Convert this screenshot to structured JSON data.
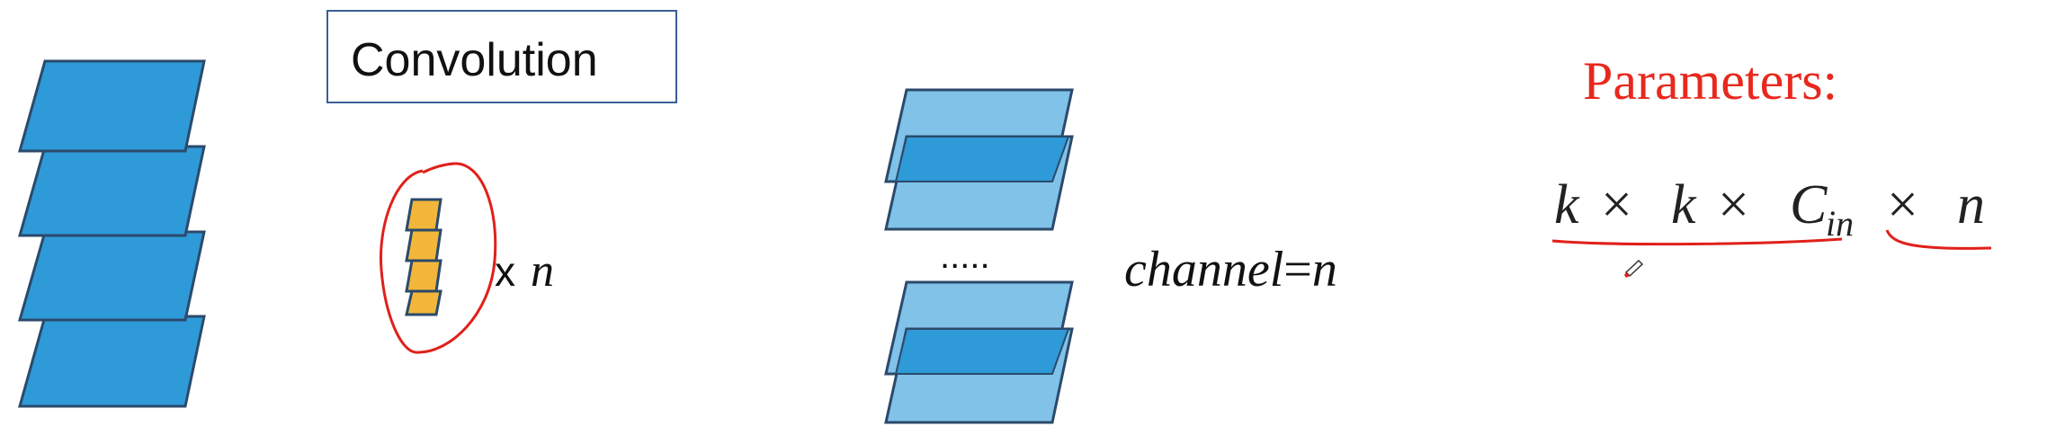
{
  "title_box": {
    "label": "Convolution"
  },
  "filter": {
    "multiplier": "x",
    "count_var": "n"
  },
  "output": {
    "ellipsis": ".....",
    "channel_label": "channel",
    "equals": "=",
    "channel_var": "n"
  },
  "params": {
    "heading": "Parameters:",
    "k1": "k",
    "times1": "×",
    "k2": "k",
    "times2": "×",
    "c_base": "C",
    "c_sub": "in",
    "times3": "×",
    "n": "n"
  },
  "colors": {
    "input_fill": "#2e9ad8",
    "input_stroke": "#2b4a6b",
    "filter_fill": "#f2b73a",
    "filter_stroke": "#2b4a6b",
    "output_fill_light": "#80c2e8",
    "output_fill_dark": "#2e9ad8",
    "output_stroke": "#2b4a6b",
    "annotation_red": "#e0201a",
    "heading_red": "#e8281e",
    "box_border": "#3a5f96",
    "text": "#111111"
  }
}
